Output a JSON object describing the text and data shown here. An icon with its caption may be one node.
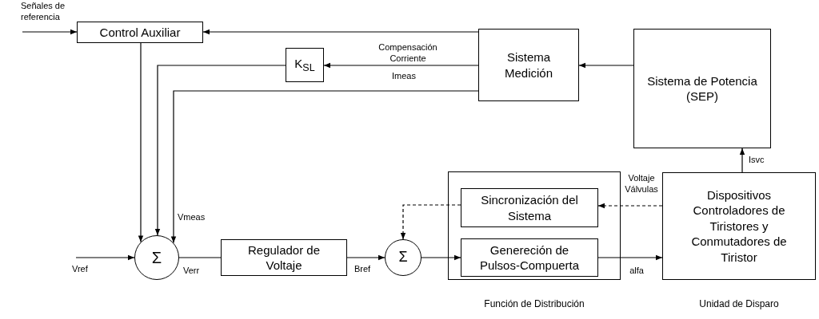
{
  "diagram": {
    "nodes": [
      {
        "text": [
          "Control Auxiliar"
        ]
      },
      {
        "text": [
          "K$_{SL}$"
        ]
      },
      {
        "text": [
          "Sistema Medición"
        ]
      },
      {
        "text": [
          "Sistema de Potencia (SEP)"
        ]
      },
      {
        "text": [
          "Σ"
        ]
      },
      {
        "text": [
          "Regulador de Voltaje"
        ]
      },
      {
        "text": [
          "Σ"
        ]
      },
      {
        "text": [
          "Función de Distribución"
        ]
      },
      {
        "text": [
          "Sincronización del Sistema"
        ],
        "in": 7
      },
      {
        "text": [
          "Genereción de Pulsos-Compuerta"
        ],
        "in": 7
      },
      {
        "text": [
          "Dispositivos Controladores de Tiristores y Conmutadores de Tiristor",
          "Unidad de Disparo"
        ]
      }
    ],
    "edges": [
      {
        "from": null,
        "to": 0,
        "arrow": "to",
        "label": "Señales de referencia"
      },
      {
        "from": 2,
        "to": 0,
        "arrow": "to"
      },
      {
        "from": 2,
        "to": 1,
        "arrow": "to",
        "label": "Compensación Corriente"
      },
      {
        "from": 3,
        "to": 2,
        "arrow": "to"
      },
      {
        "from": 0,
        "to": 4,
        "arrow": "to"
      },
      {
        "from": 1,
        "to": 4,
        "arrow": "to"
      },
      {
        "from": 2,
        "to": 4,
        "arrow": "to",
        "label": "Vmeas"
      },
      {
        "from": null,
        "to": 4,
        "arrow": "to",
        "label": "Vref"
      },
      {
        "from": 4,
        "to": 5,
        "arrow": "none",
        "label": "Verr"
      },
      {
        "from": 5,
        "to": 6,
        "arrow": "to",
        "label": "Bref"
      },
      {
        "from": 6,
        "to": 9,
        "arrow": "to"
      },
      {
        "from": 8,
        "to": 6,
        "arrow": "to",
        "style": "dashed"
      },
      {
        "from": 10,
        "to": 8,
        "arrow": "to",
        "style": "dashed",
        "label": "Voltaje Válvulas"
      },
      {
        "from": 9,
        "to": 10,
        "arrow": "to",
        "label": "alfa"
      },
      {
        "from": 10,
        "to": 3,
        "arrow": "to",
        "label": "Isvc"
      }
    ],
    "labels": [
      "Imeas"
    ]
  }
}
